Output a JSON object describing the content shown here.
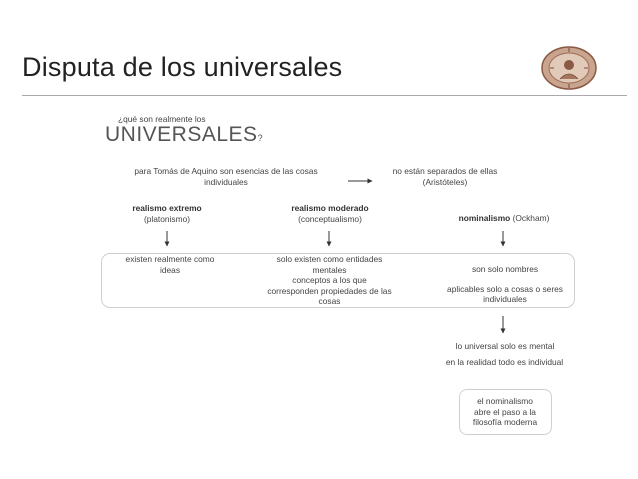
{
  "slide": {
    "title": "Disputa de los universales",
    "question": "¿qué son realmente los",
    "big_word": "UNIVERSALES",
    "big_suffix": "?",
    "left_statement": [
      "para Tomás de Aquino son esencias de las cosas",
      "individuales"
    ],
    "right_statement": [
      "no están separados de ellas",
      "(Aristóteles)"
    ],
    "col1": {
      "name": "realismo extremo",
      "sub": "(platonismo)",
      "desc": [
        "existen realmente como",
        "ideas"
      ]
    },
    "col2": {
      "name": "realismo moderado",
      "sub": "(conceptualismo)",
      "desc": [
        "solo existen como entidades",
        "mentales",
        "conceptos a los que",
        "corresponden propiedades de las",
        "cosas"
      ]
    },
    "col3": {
      "name": "nominalismo",
      "sub": "(Ockham)",
      "desc": [
        "son solo nombres",
        "aplicables solo a cosas o seres",
        "individuales"
      ]
    },
    "consequence1": "lo universal solo es mental",
    "consequence2": "en la realidad todo es individual",
    "final_box": [
      "el nominalismo",
      "abre el paso a la",
      "filosofía moderna"
    ],
    "logo_icon": "seal-emblem-icon"
  }
}
